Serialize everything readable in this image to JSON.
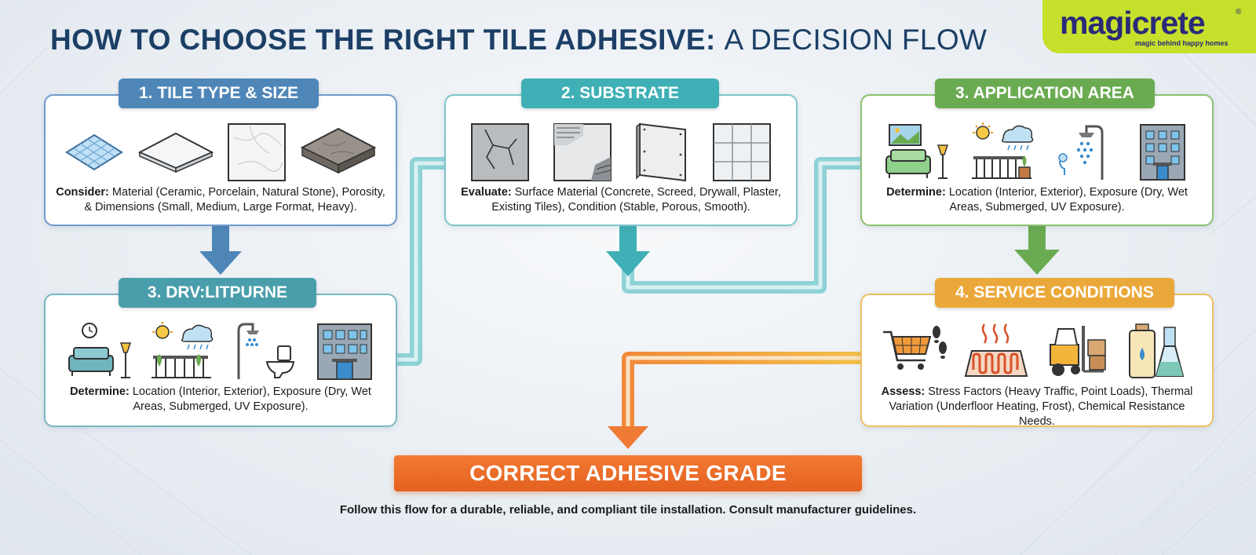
{
  "title": {
    "bold": "HOW TO CHOOSE THE RIGHT TILE ADHESIVE:",
    "light": "A DECISION FLOW"
  },
  "logo": {
    "brand": "magicrete",
    "reg": "®",
    "tagline": "magic behind happy homes"
  },
  "steps": [
    {
      "header": "1. TILE TYPE & SIZE",
      "color": "#4f86b8",
      "icons": [
        "ceramic-tile-icon",
        "porcelain-slab-icon",
        "marble-tile-icon",
        "natural-stone-slab-icon"
      ],
      "lead": "Consider:",
      "text": "Material (Ceramic, Porcelain, Natural Stone), Porosity, & Dimensions (Small, Medium, Large Format, Heavy)."
    },
    {
      "header": "2. SUBSTRATE",
      "color": "#3fb0b5",
      "icons": [
        "cracked-concrete-icon",
        "screed-icon",
        "drywall-board-icon",
        "existing-tiles-icon"
      ],
      "lead": "Evaluate:",
      "text": "Surface Material (Concrete, Screed, Drywall, Plaster, Existing Tiles), Condition (Stable, Porous, Smooth)."
    },
    {
      "header": "3. APPLICATION AREA",
      "color": "#6aab52",
      "icons": [
        "living-room-icon",
        "exterior-weather-icon",
        "shower-icon",
        "building-icon"
      ],
      "lead": "Determine:",
      "text": "Location (Interior, Exterior), Exposure (Dry, Wet Areas, Submerged, UV Exposure)."
    },
    {
      "header": "3. DRV:LITPURNE",
      "color": "#4a9eac",
      "icons": [
        "living-room-icon",
        "exterior-weather-icon",
        "bathroom-icon",
        "building-icon"
      ],
      "lead": "Determine:",
      "text": "Location (Interior, Exterior), Exposure (Dry, Wet Areas, Submerged, UV Exposure)."
    },
    {
      "header": "4. SERVICE CONDITIONS",
      "color": "#eba83a",
      "icons": [
        "shopping-cart-traffic-icon",
        "underfloor-heating-icon",
        "forklift-load-icon",
        "chemical-bottles-icon"
      ],
      "lead": "Assess:",
      "text": "Stress Factors (Heavy Traffic, Point Loads), Thermal Variation (Underfloor Heating, Frost), Chemical Resistance Needs."
    }
  ],
  "result": "CORRECT ADHESIVE GRADE",
  "footer": "Follow this flow for a durable, reliable, and compliant tile installation. Consult manufacturer guidelines.",
  "colors": {
    "blue": "#4f86b8",
    "teal": "#3fb0b5",
    "green": "#6aab52",
    "amber": "#eba83a",
    "orange": "#ec6d28"
  }
}
